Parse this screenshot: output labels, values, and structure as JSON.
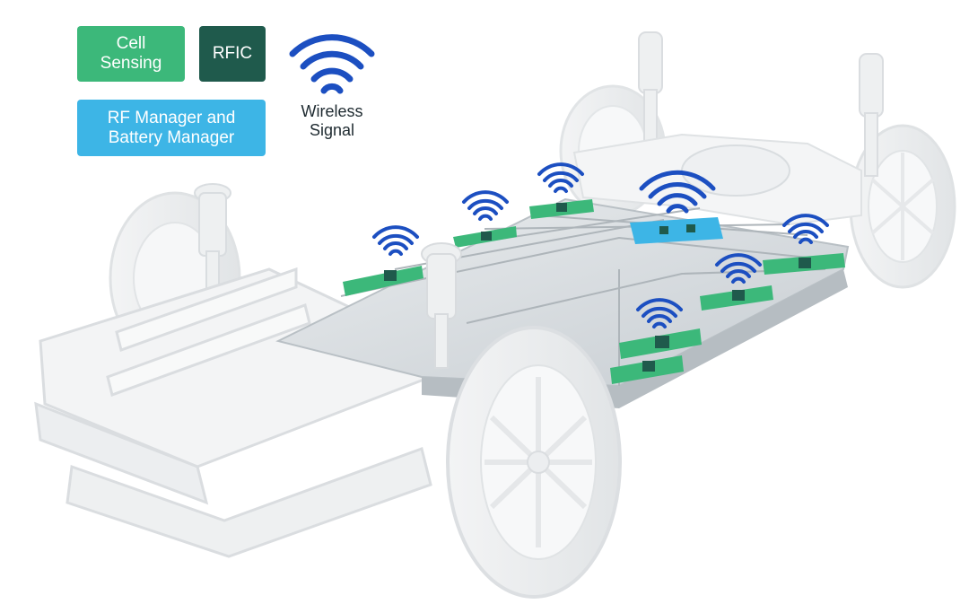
{
  "legend": {
    "cell_sensing": "Cell\nSensing",
    "rfic": "RFIC",
    "rf_battery_manager": "RF Manager and\nBattery Manager",
    "wireless_signal": "Wireless\nSignal"
  },
  "colors": {
    "cell_sensing": "#3cb87a",
    "rfic": "#1f5a4c",
    "rf_battery_manager": "#3db5e6",
    "wireless_signal": "#1c4fc1",
    "chassis_line": "#dcdfe1",
    "battery_tray": "#c9ced2"
  },
  "icons": {
    "legend_signal": "wifi-signal-icon",
    "chassis": "ev-skateboard-chassis"
  }
}
